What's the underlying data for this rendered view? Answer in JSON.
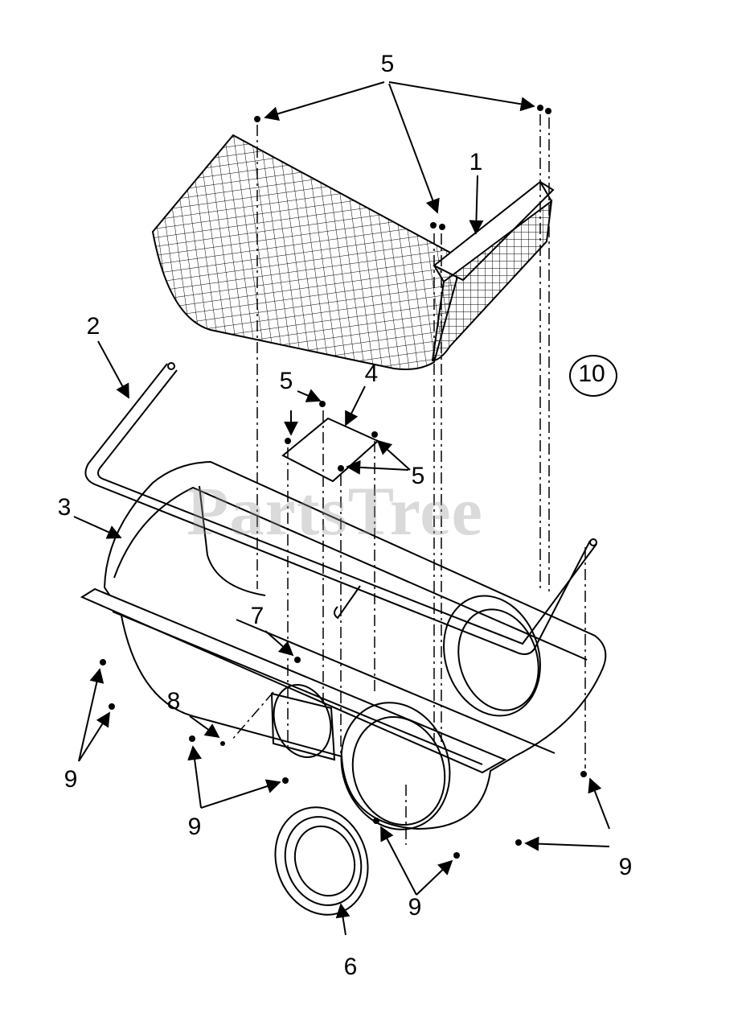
{
  "watermark": "PartsTree",
  "callouts": {
    "part_1": "1",
    "part_2": "2",
    "part_3": "3",
    "part_4": "4",
    "part_5_top": "5",
    "part_5_mid_left": "5",
    "part_5_mid_right": "5",
    "part_6": "6",
    "part_7": "7",
    "part_8": "8",
    "part_9_left": "9",
    "part_9_center": "9",
    "part_9_bottom": "9",
    "part_9_right": "9",
    "part_10": "10"
  }
}
